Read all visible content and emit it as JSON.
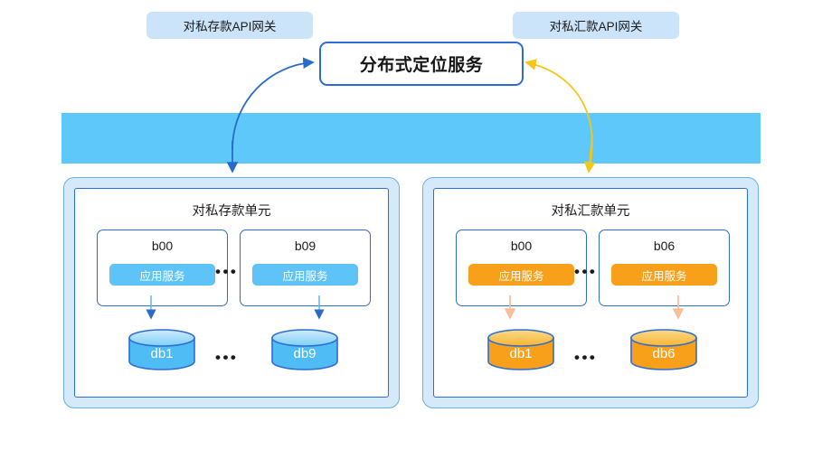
{
  "title_box": {
    "label": "分布式定位服务"
  },
  "gateway_band": {
    "gateways": [
      {
        "label": "对私存款API网关"
      },
      {
        "label": "对私汇款API网关"
      }
    ]
  },
  "units": [
    {
      "title": "对私存款单元",
      "accent": "#5EC3F7",
      "nodes": [
        {
          "label": "b00",
          "service": "应用服务"
        },
        {
          "label": "b09",
          "service": "应用服务"
        }
      ],
      "databases": [
        {
          "label": "db1"
        },
        {
          "label": "db9"
        }
      ],
      "ellipsis": "•••"
    },
    {
      "title": "对私汇款单元",
      "accent": "#F9A01B",
      "nodes": [
        {
          "label": "b00",
          "service": "应用服务"
        },
        {
          "label": "b06",
          "service": "应用服务"
        }
      ],
      "databases": [
        {
          "label": "db1"
        },
        {
          "label": "db6"
        }
      ],
      "ellipsis": "•••"
    }
  ],
  "colors": {
    "band_blue": "#5EC8FA",
    "pill_pale_blue": "#CBE4FA",
    "unit_fill": "#D4EAFB",
    "border_blue": "#2D6CD2",
    "service_blue": "#5EC3F7",
    "service_orange": "#F9A01B",
    "db_blue_body": "#4FBCF5",
    "db_orange_body": "#F9A01B",
    "connector_blue": "#2A6AC9",
    "connector_yellow": "#F5C518",
    "connector_peach": "#F9BE9A"
  }
}
